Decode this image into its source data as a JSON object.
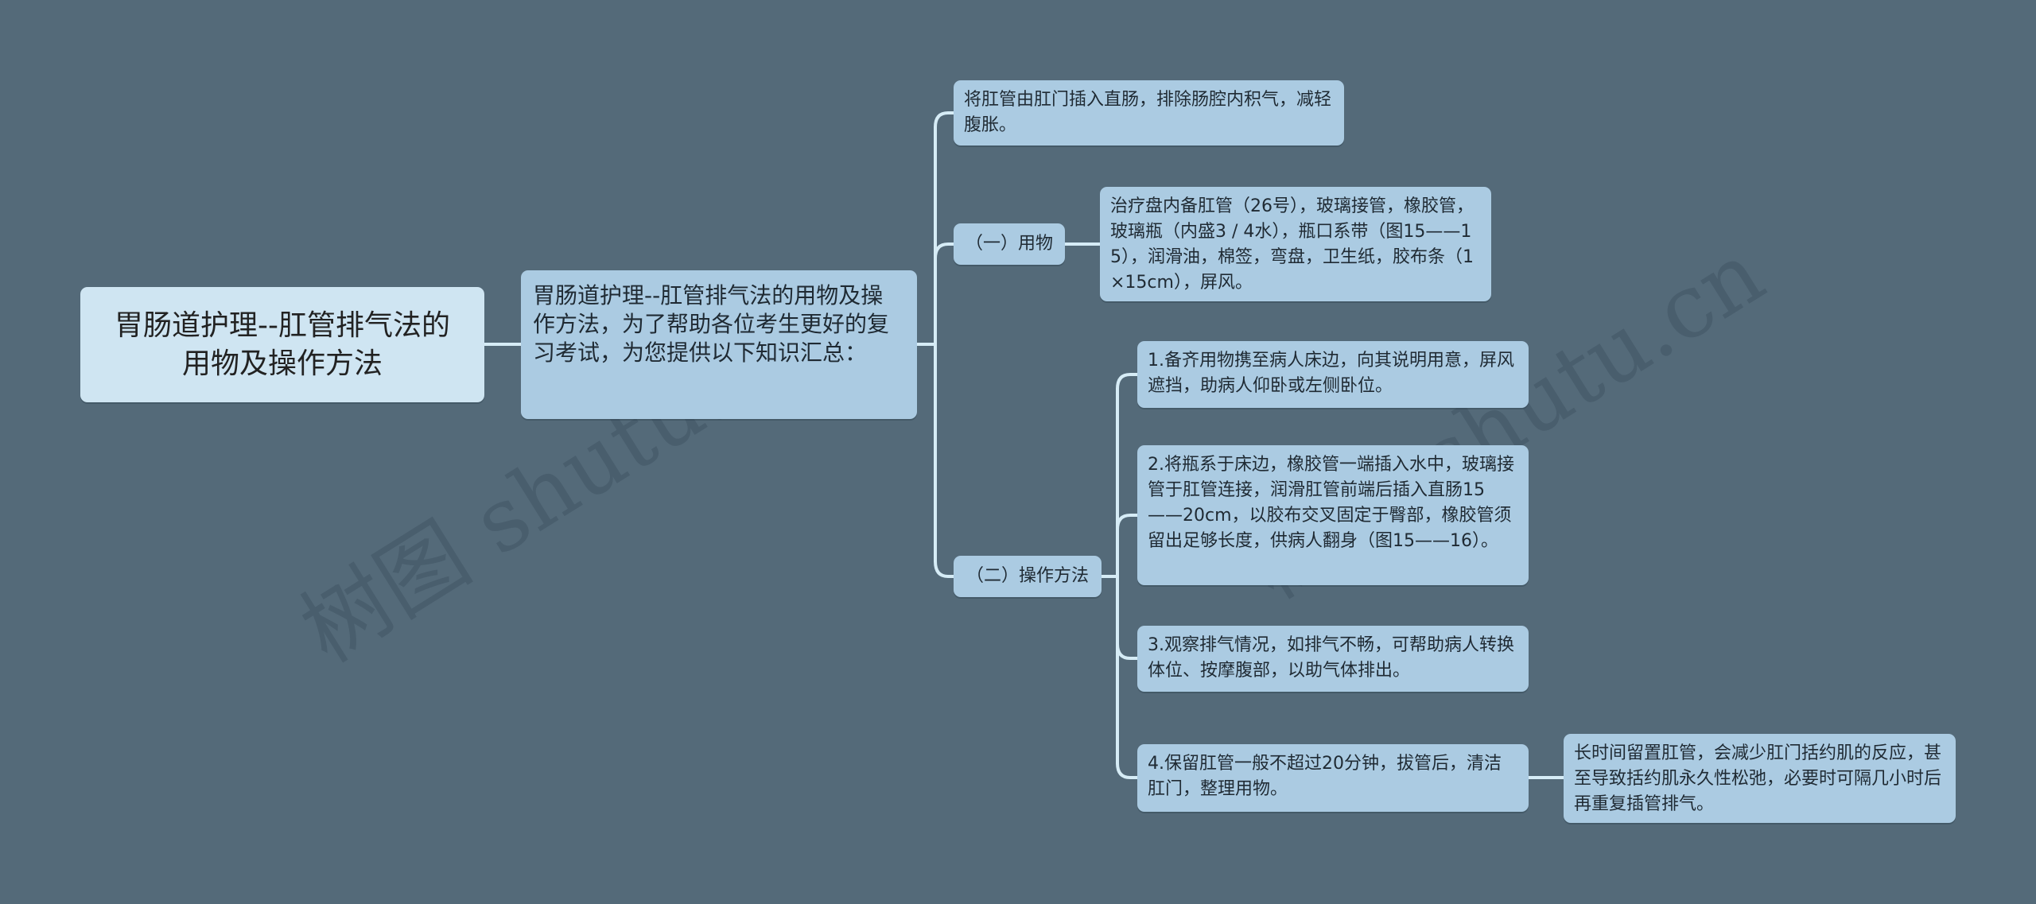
{
  "mindmap": {
    "root": {
      "label": "胃肠道护理--肛管排气法的用物及操作方法"
    },
    "summary": {
      "label": "胃肠道护理--肛管排气法的用物及操作方法，为了帮助各位考生更好的复习考试，为您提供以下知识汇总："
    },
    "purpose": {
      "label": "将肛管由肛门插入直肠，排除肠腔内积气，减轻腹胀。"
    },
    "supplies": {
      "label": "（一）用物",
      "detail": "治疗盘内备肛管（26号），玻璃接管，橡胶管，玻璃瓶（内盛3 / 4水），瓶口系带（图15——15），润滑油，棉签，弯盘，卫生纸，胶布条（1×15cm），屏风。"
    },
    "procedure": {
      "label": "（二）操作方法",
      "steps": [
        {
          "text": "1.备齐用物携至病人床边，向其说明用意，屏风遮挡，助病人仰卧或左侧卧位。"
        },
        {
          "text": "2.将瓶系于床边，橡胶管一端插入水中，玻璃接管于肛管连接，润滑肛管前端后插入直肠15——20cm，以胶布交叉固定于臀部，橡胶管须留出足够长度，供病人翻身（图15——16）。"
        },
        {
          "text": "3.观察排气情况，如排气不畅，可帮助病人转换体位、按摩腹部，以助气体排出。"
        },
        {
          "text": "4.保留肛管一般不超过20分钟，拔管后，清洁肛门，整理用物。",
          "note": "长时间留置肛管，会减少肛门括约肌的反应，甚至导致括约肌永久性松弛，必要时可隔几小时后再重复插管排气。"
        }
      ]
    }
  },
  "watermark": {
    "text_left": "树图 shutu.cn",
    "text_right": "树图 shutu.cn"
  },
  "colors": {
    "background": "#546a79",
    "node": "#abcbe2",
    "root_node": "#cfe5f2",
    "connector": "#d6ecf6",
    "text": "#1f2a33"
  }
}
